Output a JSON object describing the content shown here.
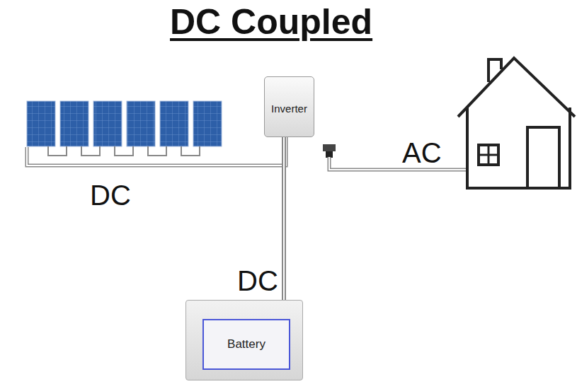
{
  "diagram": {
    "title": "DC Coupled",
    "nodes": [
      {
        "text": [
          "Inverter"
        ]
      },
      {
        "text": [
          "Battery"
        ]
      }
    ],
    "edges": [
      {
        "from": 0,
        "to": 1,
        "arrow": "none",
        "label": "DC"
      }
    ],
    "labels": [
      "DC",
      "AC"
    ]
  }
}
